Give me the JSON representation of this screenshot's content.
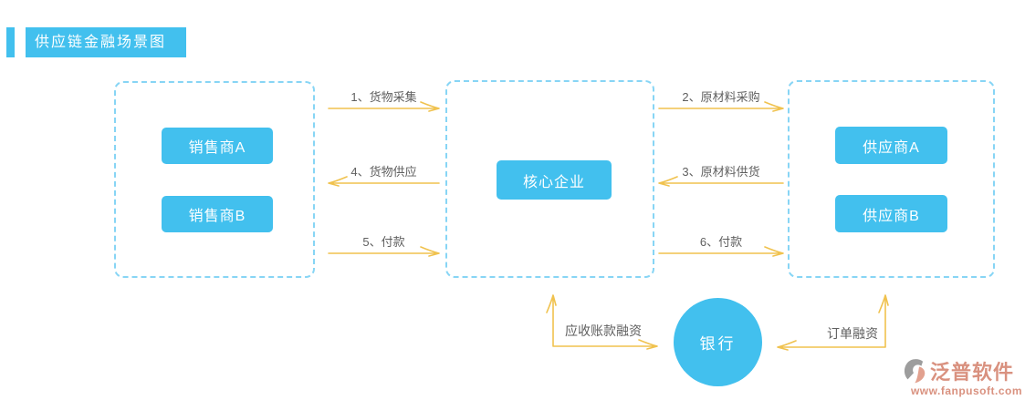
{
  "title": {
    "text": "供应链金融场景图"
  },
  "colors": {
    "primary_blue": "#42c0ee",
    "dashed_border_blue": "#87d5f5",
    "arrow_gold": "#f0c24e",
    "label_gray": "#5f5f5f",
    "logo_coral": "#d9917f",
    "logo_icon_gray": "#9d9d9d"
  },
  "boxes": {
    "sellers": {
      "buttons": [
        {
          "label": "销售商A"
        },
        {
          "label": "销售商B"
        }
      ]
    },
    "core": {
      "buttons": [
        {
          "label": "核心企业"
        }
      ]
    },
    "suppliers": {
      "buttons": [
        {
          "label": "供应商A"
        },
        {
          "label": "供应商B"
        }
      ]
    }
  },
  "flows": {
    "left_group": [
      {
        "label": "1、货物采集",
        "direction": "right"
      },
      {
        "label": "4、货物供应",
        "direction": "left"
      },
      {
        "label": "5、付款",
        "direction": "right"
      }
    ],
    "right_group": [
      {
        "label": "2、原材料采购",
        "direction": "right"
      },
      {
        "label": "3、原材料供货",
        "direction": "left"
      },
      {
        "label": "6、付款",
        "direction": "right"
      }
    ]
  },
  "bank": {
    "label": "银行",
    "links": [
      {
        "label": "应收账款融资"
      },
      {
        "label": "订单融资"
      }
    ]
  },
  "logo": {
    "name": "泛普软件",
    "url": "www.fanpusoft.com"
  }
}
